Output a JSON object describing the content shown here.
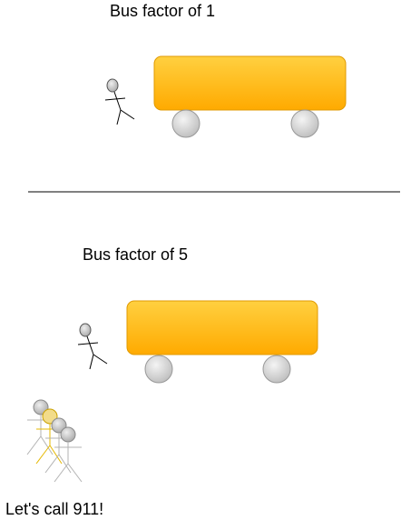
{
  "panel_top": {
    "title": "Bus factor of 1"
  },
  "panel_bottom": {
    "title": "Bus factor of 5",
    "caption": "Let's call 911!"
  },
  "colors": {
    "bus_fill_top": "#ffd040",
    "bus_fill_bottom": "#ffaa00",
    "bus_stroke": "#e09a00",
    "wheel_fill": "#d8d8d8",
    "wheel_stroke": "#999999",
    "head_fill": "#cccccc",
    "stick_figure": "#000000",
    "fallen_figure_accent": "#e6b800",
    "divider": "#000000"
  },
  "icons": {
    "bus": "bus-icon",
    "person": "stick-figure-icon"
  }
}
